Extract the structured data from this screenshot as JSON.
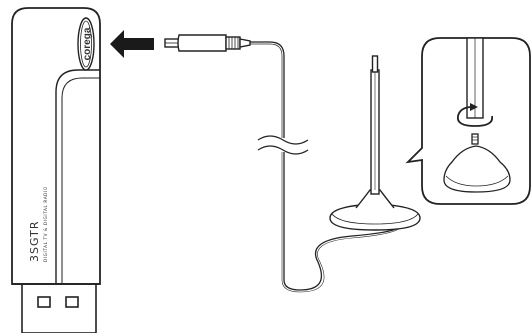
{
  "device": {
    "brand": "corega",
    "model": "3SGTR",
    "subtitle": "DIGITAL TV & DIGITAL RADIO"
  },
  "icons": {
    "insert_arrow": "arrow-left-icon",
    "rotate_arrow": "rotate-arrow-icon"
  },
  "colors": {
    "line": "#222222",
    "fill": "#ffffff",
    "shade": "#f2f2f2"
  }
}
